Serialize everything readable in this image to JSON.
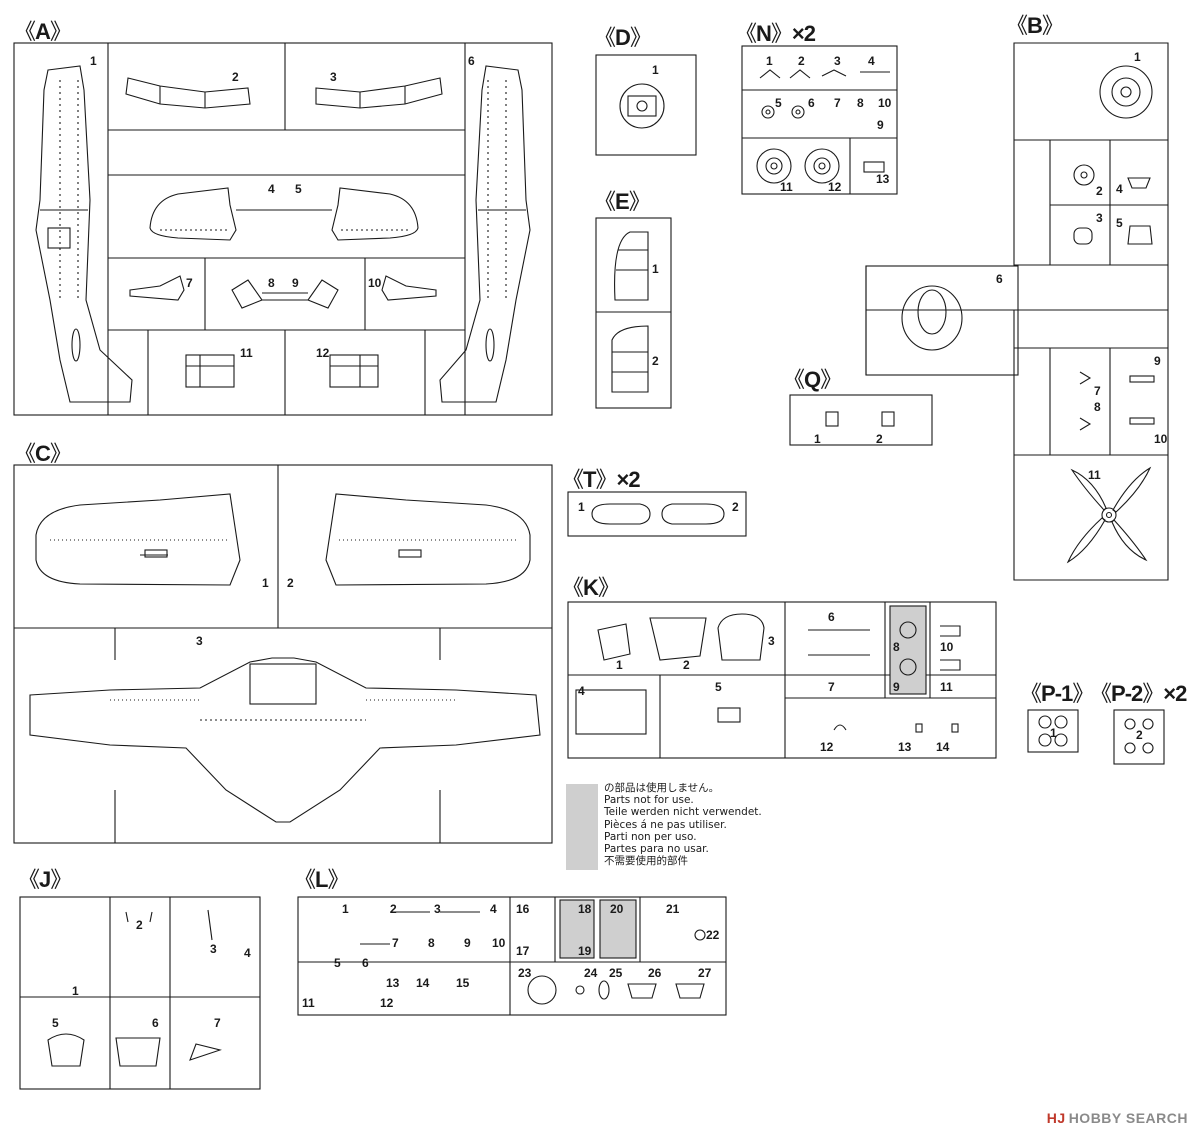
{
  "sprues": {
    "A": {
      "label": "A",
      "parts": [
        "1",
        "2",
        "3",
        "4",
        "5",
        "6",
        "7",
        "8",
        "9",
        "10",
        "11",
        "12"
      ]
    },
    "B": {
      "label": "B",
      "parts": [
        "1",
        "2",
        "3",
        "4",
        "5",
        "6",
        "7",
        "8",
        "9",
        "10",
        "11"
      ]
    },
    "C": {
      "label": "C",
      "parts": [
        "1",
        "2",
        "3"
      ]
    },
    "D": {
      "label": "D",
      "parts": [
        "1"
      ]
    },
    "E": {
      "label": "E",
      "parts": [
        "1",
        "2"
      ]
    },
    "N": {
      "label": "N",
      "qty": "×2",
      "parts": [
        "1",
        "2",
        "3",
        "4",
        "5",
        "6",
        "7",
        "8",
        "9",
        "10",
        "11",
        "12",
        "13"
      ]
    },
    "Q": {
      "label": "Q",
      "parts": [
        "1",
        "2"
      ]
    },
    "T": {
      "label": "T",
      "qty": "×2",
      "parts": [
        "1",
        "2"
      ]
    },
    "K": {
      "label": "K",
      "parts": [
        "1",
        "2",
        "3",
        "4",
        "5",
        "6",
        "7",
        "8",
        "9",
        "10",
        "11",
        "12",
        "13",
        "14"
      ]
    },
    "P1": {
      "label": "P-1",
      "parts": [
        "1"
      ]
    },
    "P2": {
      "label": "P-2",
      "qty": "×2",
      "parts": [
        "2"
      ]
    },
    "J": {
      "label": "J",
      "parts": [
        "1",
        "2",
        "3",
        "4",
        "5",
        "6",
        "7"
      ]
    },
    "L": {
      "label": "L",
      "parts": [
        "1",
        "2",
        "3",
        "4",
        "5",
        "6",
        "7",
        "8",
        "9",
        "10",
        "11",
        "12",
        "13",
        "14",
        "15",
        "16",
        "17",
        "18",
        "19",
        "20",
        "21",
        "22",
        "23",
        "24",
        "25",
        "26",
        "27"
      ]
    }
  },
  "legend": {
    "lines": [
      "の部品は使用しません。",
      "Parts not for use.",
      "Teile werden nicht verwendet.",
      "Pièces á ne pas utiliser.",
      "Parti non per uso.",
      "Partes para no usar.",
      "不需要使用的部件"
    ],
    "swatch_color": "#cfcfcf"
  },
  "watermark": {
    "logo": "HJ",
    "text": "HOBBY SEARCH"
  },
  "colors": {
    "line": "#1a1a1a",
    "unused": "#cfcfcf"
  }
}
